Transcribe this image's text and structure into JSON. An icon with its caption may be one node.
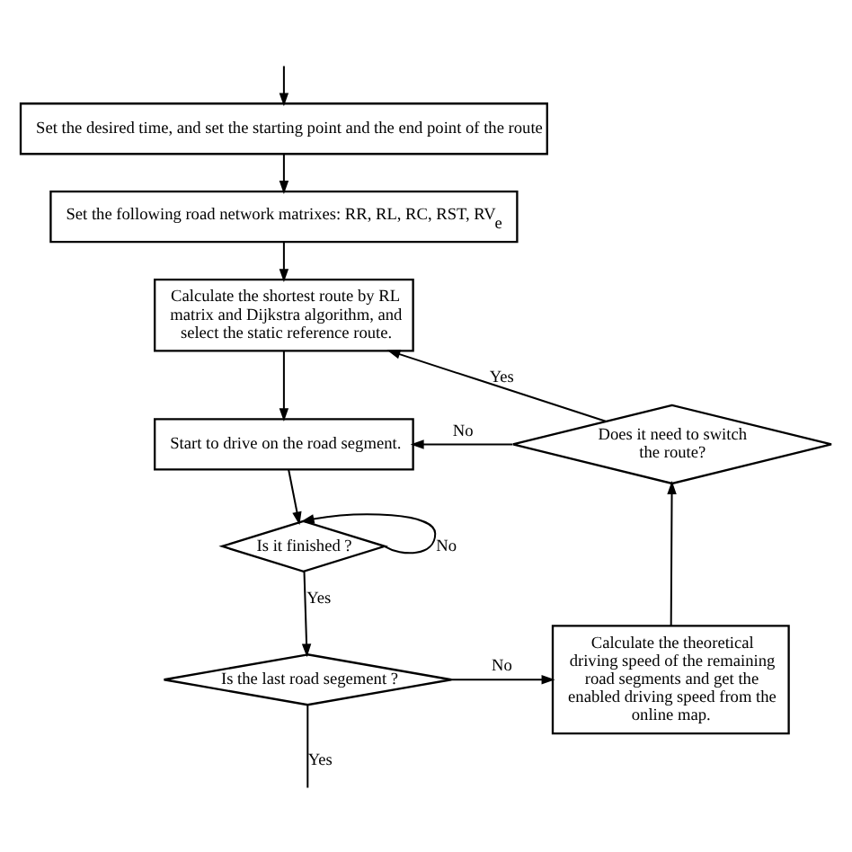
{
  "diagram": {
    "nodes": [
      {
        "text": [
          "Set the desired time, and set the starting point and the end point of the route"
        ]
      },
      {
        "text": [
          "Set the following road network matrixes: RR, RL, RC, RST, RV$_{e}$"
        ]
      },
      {
        "text": [
          "Calculate the shortest route by RL matrix and Dijkstra algorithm, and select the static reference route."
        ]
      },
      {
        "text": [
          "Start to drive on the road segment."
        ]
      },
      {
        "text": [
          "Is it finished ?"
        ]
      },
      {
        "text": [
          "Is the last road segement ?"
        ]
      },
      {
        "text": [
          "Calculate the theoretical driving speed of the remaining road segments and get the enabled driving speed from the online map."
        ]
      },
      {
        "text": [
          "Does it need to switch the route?"
        ]
      }
    ],
    "edges": [
      {
        "from": null,
        "to": 0,
        "arrow": "to"
      },
      {
        "from": 0,
        "to": 1,
        "arrow": "to"
      },
      {
        "from": 1,
        "to": 2,
        "arrow": "to"
      },
      {
        "from": 2,
        "to": 3,
        "arrow": "to"
      },
      {
        "from": 3,
        "to": 4,
        "arrow": "to"
      },
      {
        "from": 4,
        "to": 4,
        "label": "No",
        "arrow": "to"
      },
      {
        "from": 4,
        "to": 5,
        "label": "Yes",
        "arrow": "to"
      },
      {
        "from": 5,
        "to": 6,
        "label": "No",
        "arrow": "to"
      },
      {
        "from": 6,
        "to": 7,
        "arrow": "to"
      },
      {
        "from": 7,
        "to": 2,
        "label": "Yes",
        "arrow": "to"
      },
      {
        "from": 7,
        "to": 3,
        "label": "No",
        "arrow": "to"
      },
      {
        "from": 5,
        "to": null,
        "label": "Yes",
        "arrow": "none"
      }
    ]
  }
}
